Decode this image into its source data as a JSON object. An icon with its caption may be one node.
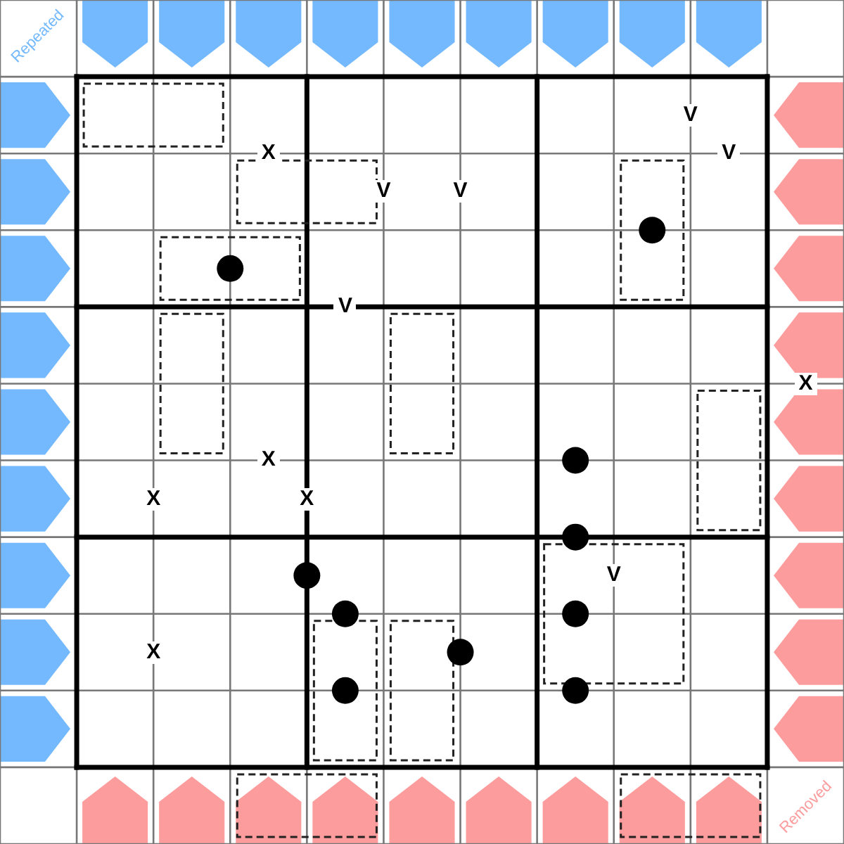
{
  "diagram": {
    "labels": [
      "Repeated",
      "V",
      "X",
      "V",
      "V",
      "V",
      "V",
      "X",
      "X",
      "X",
      "X",
      "V",
      "X",
      "Removed"
    ]
  }
}
